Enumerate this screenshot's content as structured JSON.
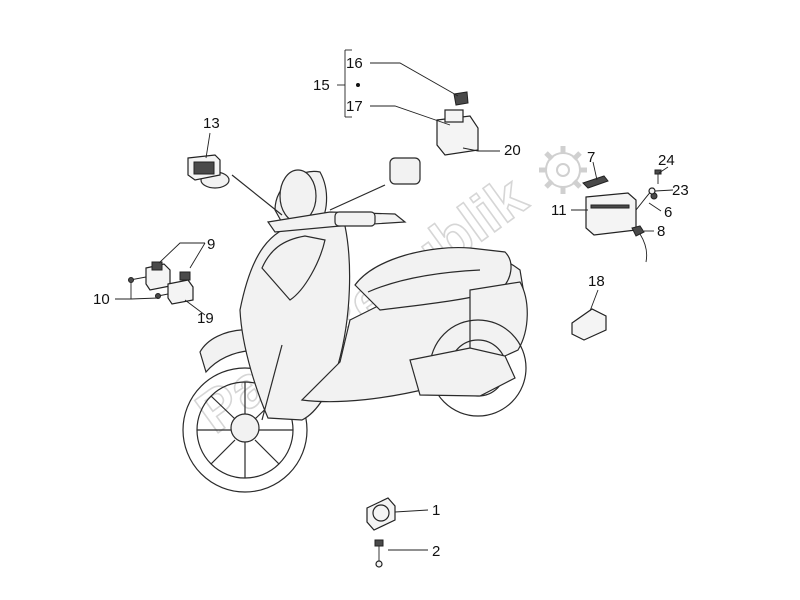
{
  "watermark": {
    "text": "PartsRepublik"
  },
  "callouts": [
    {
      "id": "c1",
      "text": "1"
    },
    {
      "id": "c2",
      "text": "2"
    },
    {
      "id": "c6",
      "text": "6"
    },
    {
      "id": "c7",
      "text": "7"
    },
    {
      "id": "c8",
      "text": "8"
    },
    {
      "id": "c9",
      "text": "9"
    },
    {
      "id": "c10",
      "text": "10"
    },
    {
      "id": "c11",
      "text": "11"
    },
    {
      "id": "c13",
      "text": "13"
    },
    {
      "id": "c15",
      "text": "15"
    },
    {
      "id": "c16",
      "text": "16"
    },
    {
      "id": "c17",
      "text": "17"
    },
    {
      "id": "c18",
      "text": "18"
    },
    {
      "id": "c19",
      "text": "19"
    },
    {
      "id": "c20",
      "text": "20"
    },
    {
      "id": "c23",
      "text": "23"
    },
    {
      "id": "c24",
      "text": "24"
    }
  ],
  "icons": {
    "watermark_gear": "gear-icon"
  }
}
